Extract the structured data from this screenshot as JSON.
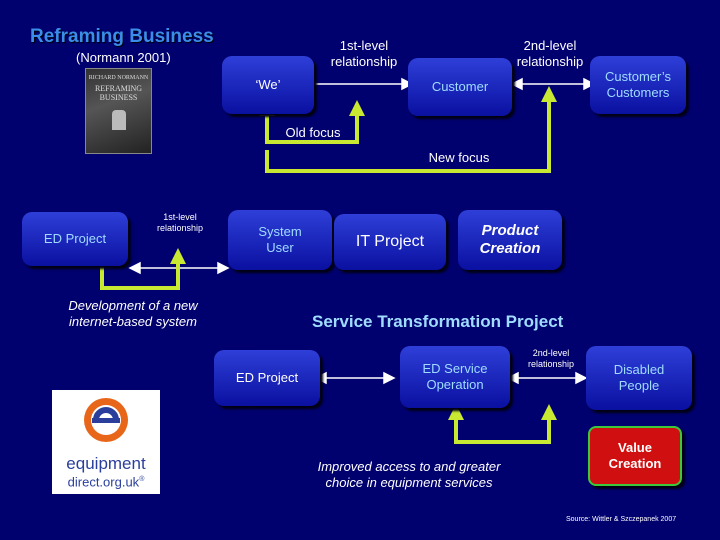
{
  "header": {
    "title": "Reframing Business",
    "subtitle": "(Normann 2001)"
  },
  "top_diagram": {
    "rel1_label": "1st-level relationship",
    "rel2_label": "2nd-level relationship",
    "we": "‘We’",
    "customer": "Customer",
    "customers_customers": "Customer’s Customers",
    "old_focus": "Old focus",
    "new_focus": "New focus"
  },
  "book": {
    "author": "RICHARD NORMANN",
    "title_line1": "REFRAMING",
    "title_line2": "BUSINESS"
  },
  "middle_diagram": {
    "ed_project": "ED Project",
    "rel1_label": "1st-level relationship",
    "system_user": "System User",
    "it_project": "IT Project",
    "product_creation": "Product Creation",
    "caption": "Development of a new internet-based system",
    "service_transformation": "Service Transformation Project"
  },
  "bottom_diagram": {
    "ed_project": "ED Project",
    "ed_service_operation": "ED Service Operation",
    "rel2_label": "2nd-level relationship",
    "disabled_people": "Disabled People",
    "value_creation": "Value Creation",
    "caption": "Improved access to and greater choice in equipment services"
  },
  "logo": {
    "line1": "equipment",
    "line2": "direct.org.uk",
    "mark": "®"
  },
  "source": "Source: Wittler & Szczepanek 2007",
  "colors": {
    "background": "#00006e",
    "line_green": "#c8e832",
    "box_blue": "#1a25c0",
    "text_light_blue": "#9fdcff",
    "value_box": "#d01010",
    "value_border": "#3cc83c"
  }
}
